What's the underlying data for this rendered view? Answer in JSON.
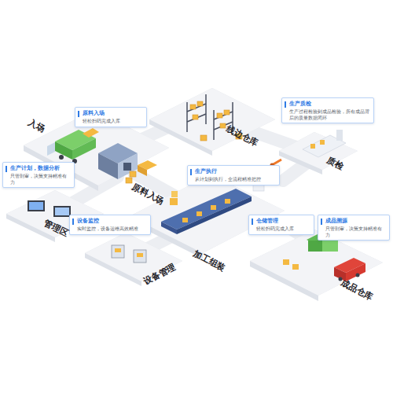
{
  "diagram": {
    "nodes": [
      {
        "text": [
          "原料入场",
          "轻松扫码完成入库"
        ]
      },
      {
        "text": [
          "生产质检",
          "生产过程检验到成品检验，所有成品背后的质量数据闭环"
        ]
      },
      {
        "text": [
          "生产计划，数据分析",
          "只管剖审，决策支持精准有力"
        ]
      },
      {
        "text": [
          "生产执行",
          "从计划到执行，全流程精准把控"
        ]
      },
      {
        "text": [
          "设备监控",
          "实时监控，设备运维高效精准"
        ]
      },
      {
        "text": [
          "仓储管理",
          "轻松扫码完成入库"
        ]
      },
      {
        "text": [
          "成品溯源",
          "只管剖审，决策支持精准有力"
        ]
      }
    ],
    "labels": [
      "入场",
      "线边仓库",
      "质检",
      "原料入场",
      "管理区",
      "加工组装",
      "设备管理",
      "成品仓库"
    ]
  }
}
